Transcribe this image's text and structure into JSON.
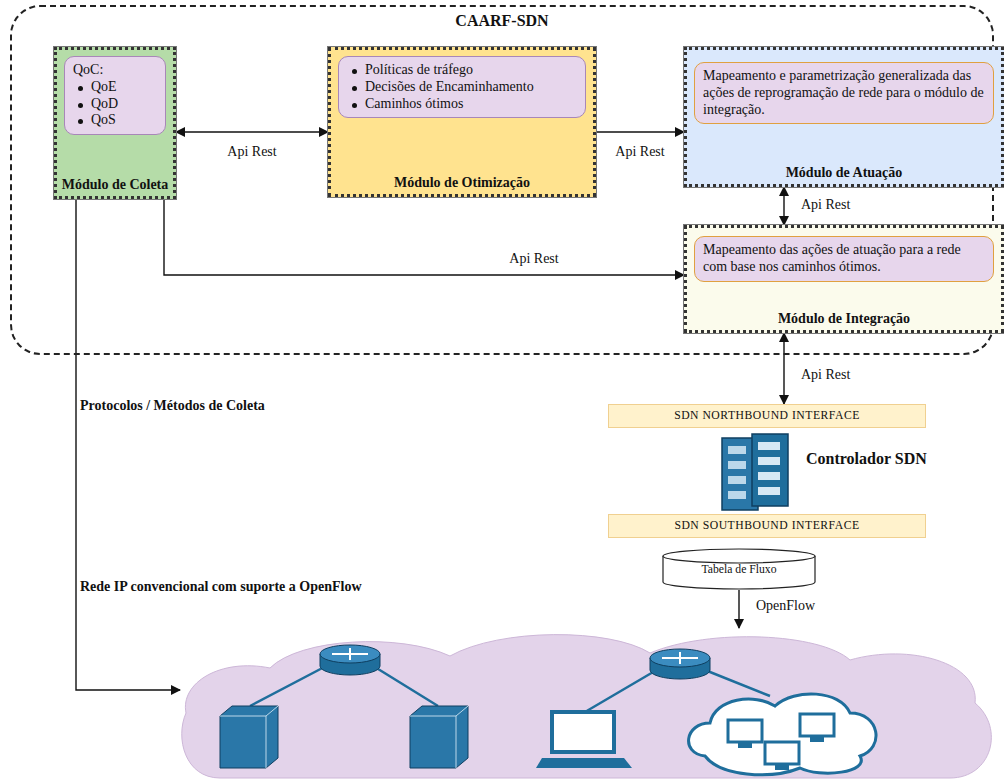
{
  "diagram": {
    "nodes": [
      {
        "text": [
          "CAARF-SDN"
        ]
      },
      {
        "text": [
          "Módulo de Coleta"
        ],
        "in": 0
      },
      {
        "text": [
          "QoC:",
          "QoE",
          "QoD",
          "QoS"
        ],
        "in": 1
      },
      {
        "text": [
          "Módulo de Otimização"
        ],
        "in": 0
      },
      {
        "text": [
          "Políticas de tráfego",
          "Decisões de Encaminhamento",
          "Caminhos ótimos"
        ],
        "in": 3
      },
      {
        "text": [
          "Módulo de Atuação"
        ],
        "in": 0
      },
      {
        "text": [
          "Mapeamento e parametrização generalizada das ações de reprogramação de rede para o módulo de integração."
        ],
        "in": 5
      },
      {
        "text": [
          "Módulo de Integração"
        ],
        "in": 0
      },
      {
        "text": [
          "Mapeamento das ações de atuação para a rede com base nos caminhos ótimos."
        ],
        "in": 7
      },
      {
        "text": [
          "SDN NORTHBOUND INTERFACE"
        ]
      },
      {
        "text": [
          "Controlador SDN"
        ]
      },
      {
        "text": [
          "SDN SOUTHBOUND INTERFACE"
        ]
      },
      {
        "text": [
          "Tabela de Fluxo"
        ]
      },
      {
        "text": [
          "Rede IP convencional com suporte a OpenFlow"
        ]
      }
    ],
    "edges": [
      {
        "from": 1,
        "to": 3,
        "arrow": "both",
        "label": "Api Rest"
      },
      {
        "from": 3,
        "to": 5,
        "arrow": "to",
        "label": "Api Rest"
      },
      {
        "from": 5,
        "to": 7,
        "arrow": "both",
        "label": "Api Rest"
      },
      {
        "from": 1,
        "to": 7,
        "arrow": "to",
        "label": "Api Rest"
      },
      {
        "from": 7,
        "to": 9,
        "arrow": "both",
        "label": "Api Rest"
      },
      {
        "from": 12,
        "to": 13,
        "arrow": "to",
        "label": "OpenFlow"
      },
      {
        "from": 1,
        "to": 13,
        "arrow": "to"
      }
    ],
    "labels": [
      "Protocolos / Métodos de Coleta"
    ]
  }
}
